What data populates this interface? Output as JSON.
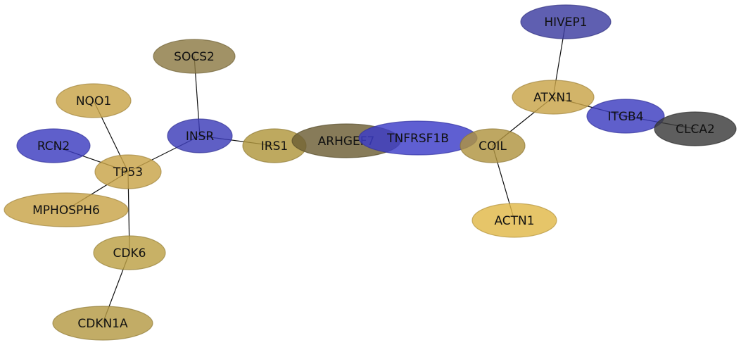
{
  "nodes": [
    {
      "id": "hivep1",
      "label": "HIVEP1",
      "fill": "#3c3ca0"
    },
    {
      "id": "atxn1",
      "label": "ATXN1",
      "fill": "#c8a448"
    },
    {
      "id": "itgb4",
      "label": "ITGB4",
      "fill": "#3c3cc0"
    },
    {
      "id": "clca2",
      "label": "CLCA2",
      "fill": "#3a3a3a"
    },
    {
      "id": "socs2",
      "label": "SOCS2",
      "fill": "#8c7a44"
    },
    {
      "id": "nqo1",
      "label": "NQO1",
      "fill": "#c8a448"
    },
    {
      "id": "insr",
      "label": "INSR",
      "fill": "#3c3cb8"
    },
    {
      "id": "rcn2",
      "label": "RCN2",
      "fill": "#3c3cc0"
    },
    {
      "id": "tp53",
      "label": "TP53",
      "fill": "#c8a448"
    },
    {
      "id": "irs1",
      "label": "IRS1",
      "fill": "#b0963c"
    },
    {
      "id": "arhgef7",
      "label": "ARHGEF7",
      "fill": "#6c5e34"
    },
    {
      "id": "tnfrsf1b",
      "label": "TNFRSF1B",
      "fill": "#3c3cc8"
    },
    {
      "id": "coil",
      "label": "COIL",
      "fill": "#b09440"
    },
    {
      "id": "mphosph6",
      "label": "MPHOSPH6",
      "fill": "#c8a448"
    },
    {
      "id": "cdk6",
      "label": "CDK6",
      "fill": "#bca044"
    },
    {
      "id": "actn1",
      "label": "ACTN1",
      "fill": "#e0b848"
    },
    {
      "id": "cdkn1a",
      "label": "CDKN1A",
      "fill": "#b49a44"
    }
  ],
  "edges": [
    [
      "hivep1",
      "atxn1"
    ],
    [
      "atxn1",
      "coil"
    ],
    [
      "itgb4",
      "clca2"
    ],
    [
      "atxn1",
      "itgb4"
    ],
    [
      "socs2",
      "insr"
    ],
    [
      "nqo1",
      "tp53"
    ],
    [
      "insr",
      "tp53"
    ],
    [
      "insr",
      "irs1"
    ],
    [
      "rcn2",
      "tp53"
    ],
    [
      "tp53",
      "mphosph6"
    ],
    [
      "tp53",
      "cdk6"
    ],
    [
      "cdk6",
      "cdkn1a"
    ],
    [
      "coil",
      "actn1"
    ]
  ]
}
